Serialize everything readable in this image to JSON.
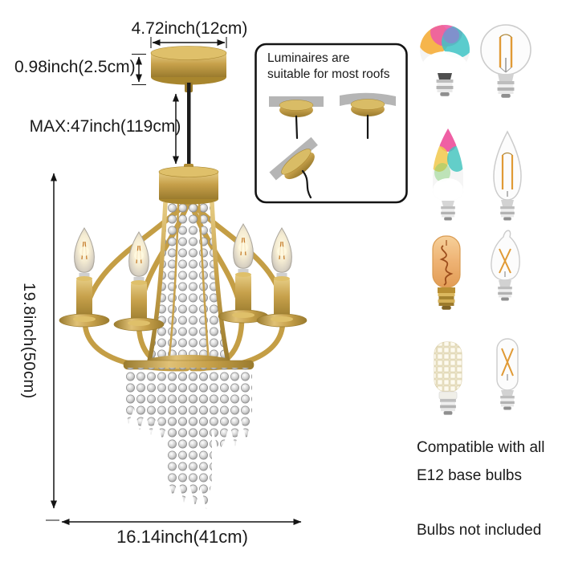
{
  "labels": {
    "canopy_width": "4.72inch(12cm)",
    "canopy_height": "0.98inch(2.5cm)",
    "max_drop": "MAX:47inch(119cm)",
    "fixture_height": "19.8inch(50cm)",
    "fixture_width": "16.14inch(41cm)"
  },
  "roof_box": {
    "line1": "Luminaires are",
    "line2": "suitable for most roofs"
  },
  "bulb_gallery": {
    "items": [
      {
        "name": "rgb-globe-bulb"
      },
      {
        "name": "filament-globe-bulb"
      },
      {
        "name": "rgb-candle-bulb"
      },
      {
        "name": "filament-candle-bulb"
      },
      {
        "name": "amber-tube-bulb"
      },
      {
        "name": "flame-tip-filament-bulb"
      },
      {
        "name": "corn-led-bulb"
      },
      {
        "name": "tube-filament-bulb"
      }
    ]
  },
  "notes": {
    "compat_line1": "Compatible with all",
    "compat_line2": "E12 base bulbs",
    "not_included": "Bulbs not included"
  },
  "colors": {
    "gold": "#c7a14b",
    "gold_light": "#e3c878",
    "gold_dark": "#9a7b2e",
    "ceiling_gray": "#b5b5b5",
    "text": "#1a1a1a",
    "background": "#ffffff"
  }
}
